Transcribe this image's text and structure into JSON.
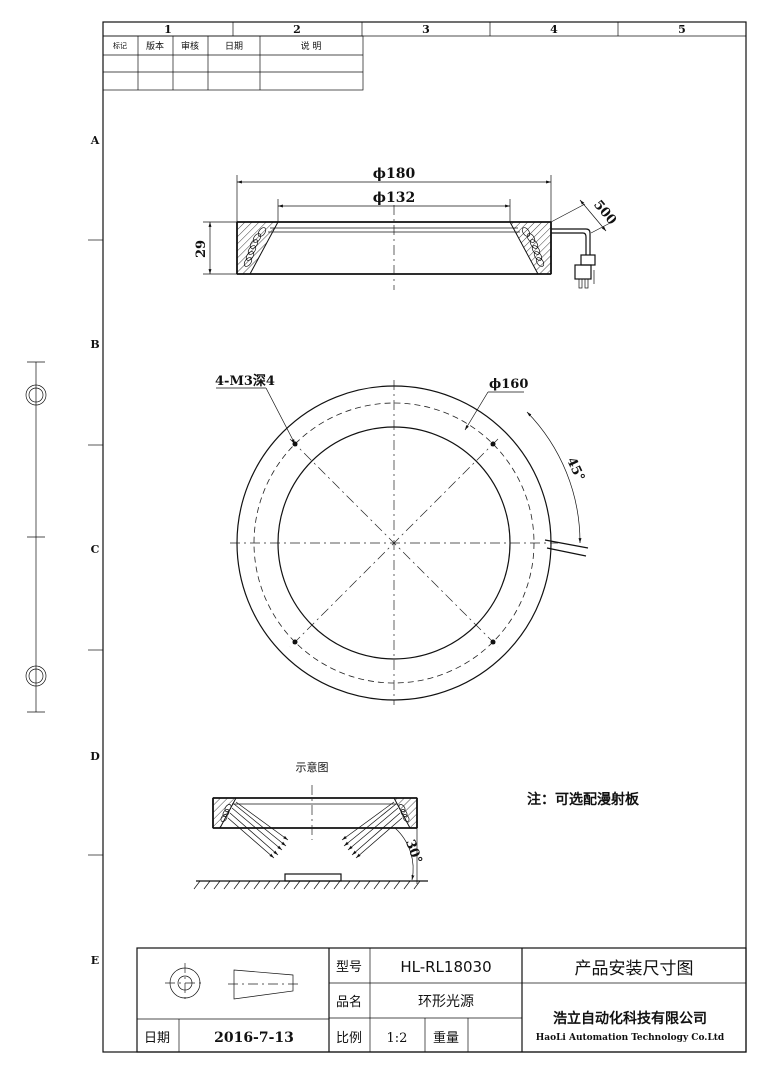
{
  "border": {
    "columns": [
      "1",
      "2",
      "3",
      "4",
      "5"
    ],
    "rows": [
      "A",
      "B",
      "C",
      "D",
      "E"
    ]
  },
  "revision_table": {
    "headers": [
      "标记",
      "版本",
      "审核",
      "日期",
      "说 明"
    ]
  },
  "side_view": {
    "outer_diameter": "ϕ180",
    "inner_diameter": "ϕ132",
    "height": "29",
    "cable_length": "500"
  },
  "top_view": {
    "holes": "4-M3深4",
    "hole_circle": "ϕ160",
    "angle": "45°"
  },
  "schematic": {
    "title": "示意图",
    "angle": "30°"
  },
  "note": "注：可选配漫射板",
  "title_block": {
    "model_label": "型号",
    "model_value": "HL-RL18030",
    "name_label": "品名",
    "name_value": "环形光源",
    "drawing_title": "产品安装尺寸图",
    "date_label": "日期",
    "date_value": "2016-7-13",
    "scale_label": "比例",
    "scale_value": "1:2",
    "weight_label": "重量",
    "company_cn": "浩立自动化科技有限公司",
    "company_en": "HaoLi Automation Technology Co.Ltd"
  }
}
